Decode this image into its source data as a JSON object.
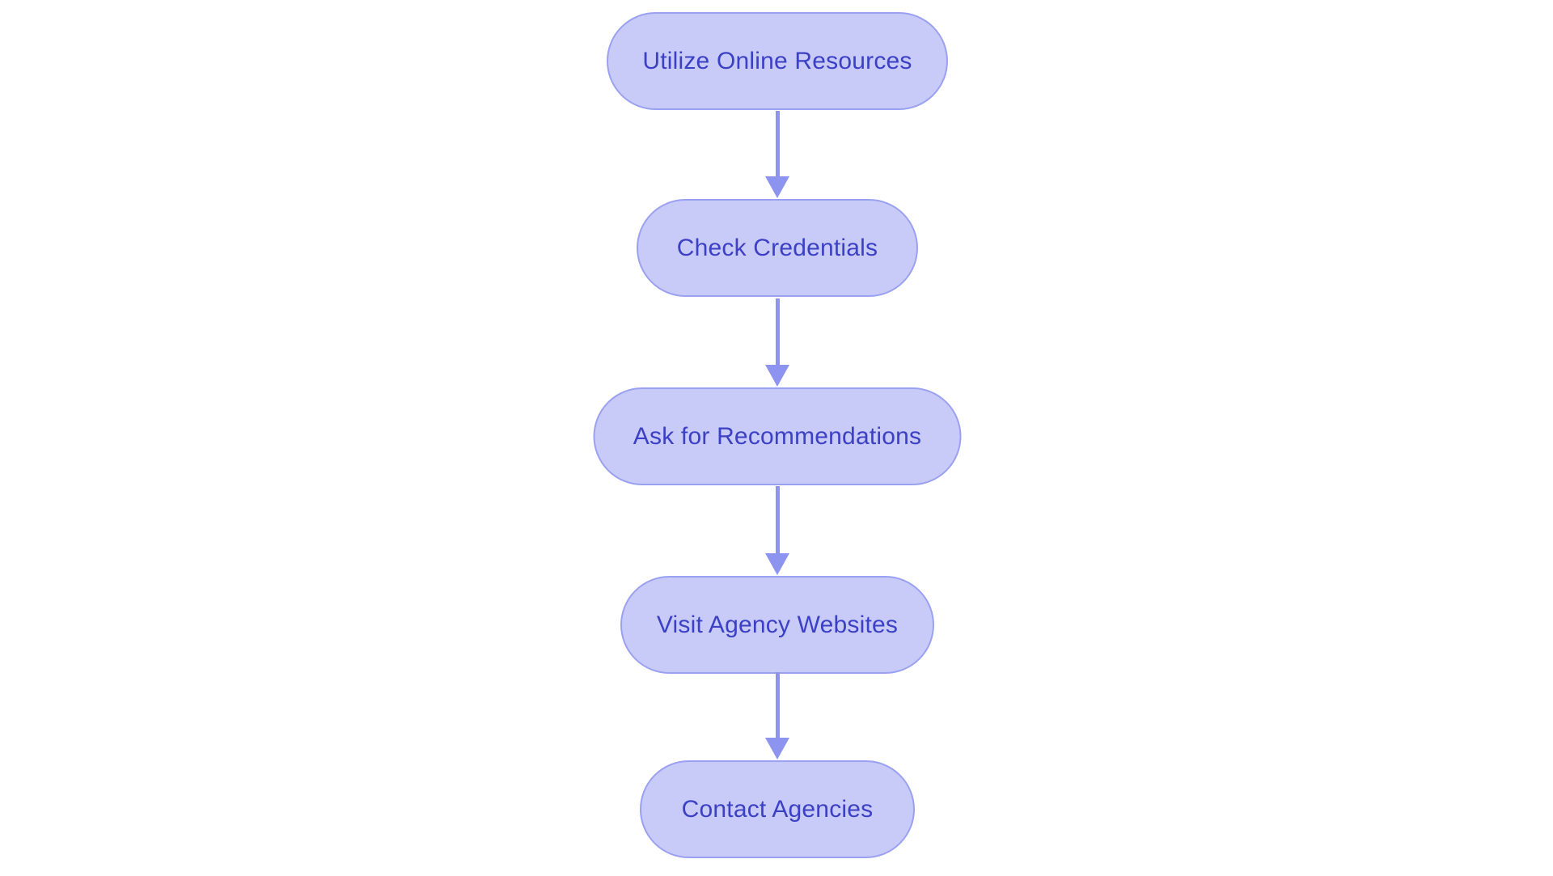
{
  "diagram": {
    "type": "flowchart",
    "direction": "top-to-bottom",
    "nodes": [
      {
        "label": "Utilize Online Resources"
      },
      {
        "label": "Check Credentials"
      },
      {
        "label": "Ask for Recommendations"
      },
      {
        "label": "Visit Agency Websites"
      },
      {
        "label": "Contact Agencies"
      }
    ],
    "edges": [
      {
        "from": "Utilize Online Resources",
        "to": "Check Credentials"
      },
      {
        "from": "Check Credentials",
        "to": "Ask for Recommendations"
      },
      {
        "from": "Ask for Recommendations",
        "to": "Visit Agency Websites"
      },
      {
        "from": "Visit Agency Websites",
        "to": "Contact Agencies"
      }
    ],
    "colors": {
      "background": "#ffffff",
      "node_fill": "#c8caf8",
      "node_border": "#9ba1f1",
      "node_text": "#3b40c4",
      "arrow": "#8d94f0"
    }
  }
}
